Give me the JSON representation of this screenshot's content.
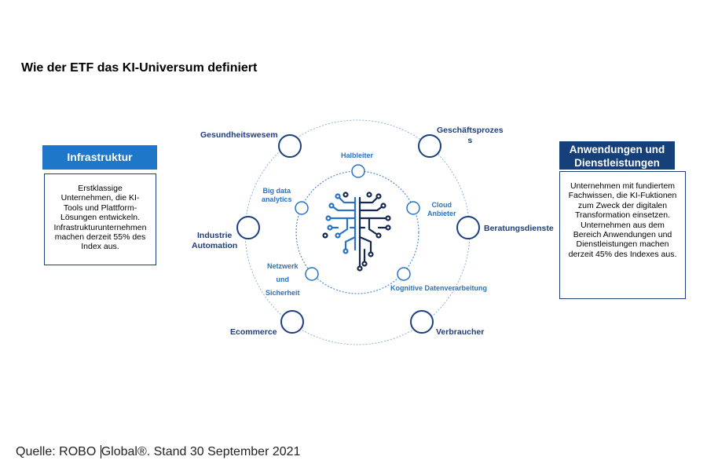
{
  "title": "Wie der ETF das KI-Universum definiert",
  "source": {
    "before": "Quelle: ROBO ",
    "after": "Global®. Stand 30 September 2021"
  },
  "left_box": {
    "heading": "Infrastruktur",
    "text": "Erstklassige Unternehmen, die KI-Tools und Plattform-Lösungen entwickeln. Infrastrukturunternehmen machen derzeit 55% des Index aus."
  },
  "right_box": {
    "heading": "Anwendungen und Dienstleistungen",
    "text": "Unternehmen mit fundiertem Fachwissen, die KI-Fuktionen zum Zweck der digitalen Transformation einsetzen. Unternehmen aus dem Bereich Anwendungen und Dienstleistungen machen derzeit 45% des Indexes aus."
  },
  "outer_nodes": {
    "gesundheitswesen": "Gesundheitswesem",
    "geschaeftsprozesse": "Geschäftsprozes\ns",
    "industrie": "Industrie\nAutomation",
    "beratung": "Beratungsdienste",
    "ecommerce": "Ecommerce",
    "verbraucher": "Verbraucher"
  },
  "inner_nodes": {
    "halbleiter": "Halbleiter",
    "big_data": "Big data\nanalytics",
    "cloud": "Cloud\nAnbieter",
    "netzwerk": "Netzwerk\n\nund\n\nSicherheit",
    "kognitive": "Kognitive Datenverarbeitung"
  },
  "colors": {
    "accent_blue": "#1f77c9",
    "dark_navy": "#16407a",
    "circle_stroke": "#1b3f80",
    "inner_stroke": "#2a72c6",
    "brain": "#14284f"
  }
}
